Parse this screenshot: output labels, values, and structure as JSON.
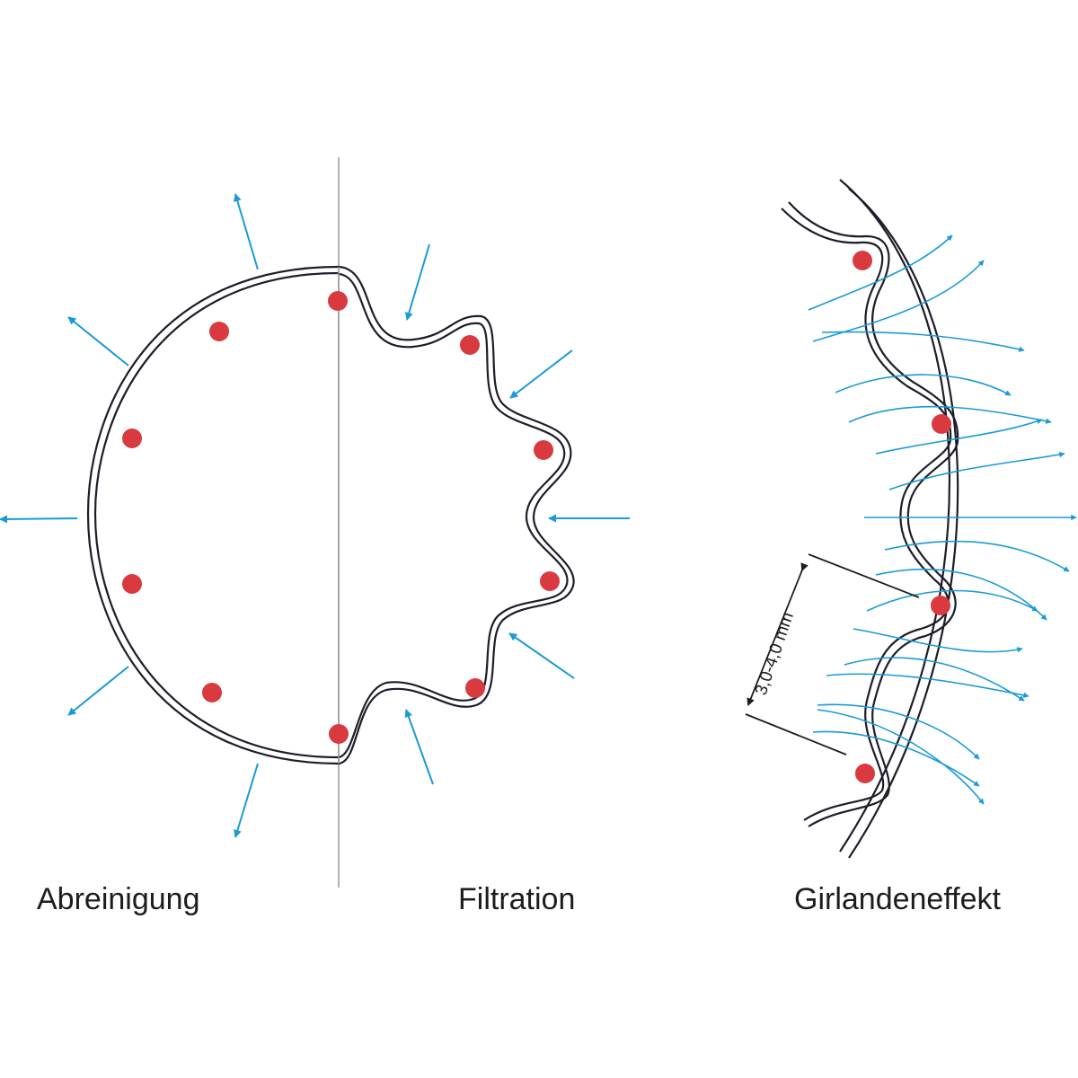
{
  "labels": {
    "cleaning": "Abreinigung",
    "filtration": "Filtration",
    "garland": "Girlandeneffekt"
  },
  "dimension": "3,0-4,0 mm",
  "colors": {
    "outline": "#1d1d2b",
    "dot": "#d93a3f",
    "arrow": "#1a9ad6",
    "divider": "#9a9a9a"
  }
}
